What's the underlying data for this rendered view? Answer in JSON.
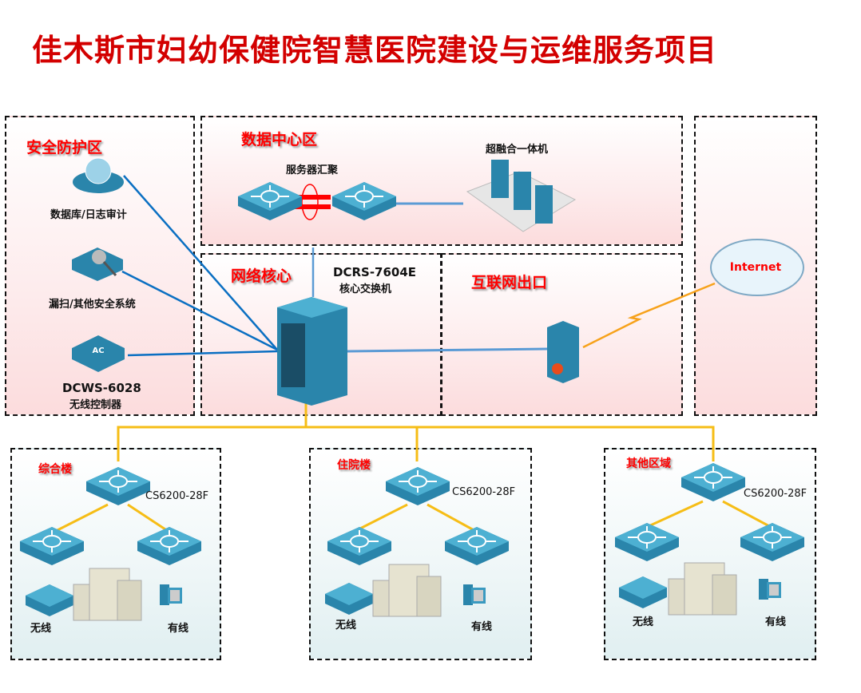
{
  "title": "佳木斯市妇幼保健院智慧医院建设与运维服务项目",
  "zones": {
    "security": {
      "label": "安全防护区",
      "items": [
        "数据库/日志审计",
        "漏扫/其他安全系统"
      ],
      "controller_model": "DCWS-6028",
      "controller_name": "无线控制器"
    },
    "datacenter": {
      "label": "数据中心区",
      "aggregation": "服务器汇聚",
      "hci": "超融合一体机"
    },
    "core": {
      "label": "网络核心",
      "model": "DCRS-7604E",
      "name": "核心交换机"
    },
    "egress": {
      "label": "互联网出口"
    },
    "internet": {
      "label": "Internet"
    }
  },
  "buildings": [
    {
      "label": "综合楼",
      "model": "CS6200-28F",
      "wireless": "无线",
      "wired": "有线"
    },
    {
      "label": "住院楼",
      "model": "CS6200-28F",
      "wireless": "无线",
      "wired": "有线"
    },
    {
      "label": "其他区域",
      "model": "CS6200-28F",
      "wireless": "无线",
      "wired": "有线"
    }
  ],
  "colors": {
    "title": "#d30000",
    "zone_label": "#ff0000",
    "link_blue": "#0a6fc2",
    "link_yellow": "#f6bd16",
    "link_orange": "#f7a21b",
    "device": "#2f8fb3"
  }
}
